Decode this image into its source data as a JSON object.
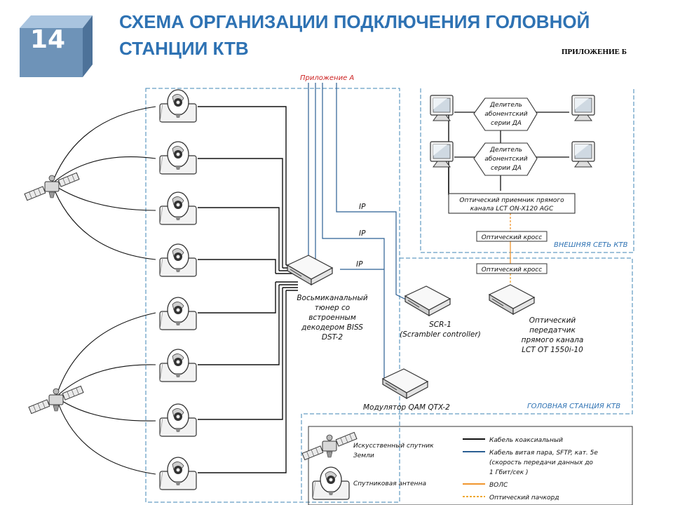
{
  "slide": {
    "number": "14",
    "title_line1": "СХЕМА ОРГАНИЗАЦИИ ПОДКЛЮЧЕНИЯ ГОЛОВНОЙ",
    "title_line2": "СТАНЦИИ КТВ",
    "appendix_label": "ПРИЛОЖЕНИЕ Б"
  },
  "colors": {
    "title": "#2e72b3",
    "cube_front": "#6e93b8",
    "cube_top": "#a9c4df",
    "cube_side": "#4d7299",
    "zone_border": "#3f86b4",
    "coax": "#111111",
    "twisted_pair": "#2b5f93",
    "fiber": "#f0962e",
    "patchcord": "#f0a830"
  },
  "labels": {
    "appendix_a": "Приложение А",
    "ip1": "IP",
    "ip2": "IP",
    "ip3": "IP",
    "tuner_l1": "Восьмиканальный",
    "tuner_l2": "тюнер со",
    "tuner_l3": "встроенным",
    "tuner_l4": "декодером BISS",
    "tuner_l5": "DST-2",
    "scr_l1": "SCR-1",
    "scr_l2": "(Scrambler controller)",
    "tx_l1": "Оптический",
    "tx_l2": "передатчик",
    "tx_l3": "прямого канала",
    "tx_l4": "LCT OT 1550i-10",
    "modulator": "Модулятор QAM QTX-2",
    "headend_zone": "ГОЛОВНАЯ СТАНЦИЯ КТВ",
    "external_zone": "ВНЕШНЯЯ СЕТЬ КТВ",
    "splitter1_l1": "Делитель",
    "splitter1_l2": "абонентский",
    "splitter1_l3": "серии ДА",
    "splitter2_l1": "Делитель",
    "splitter2_l2": "абонентский",
    "splitter2_l3": "серии ДА",
    "receiver_l1": "Оптический приемник прямого",
    "receiver_l2": "канала LCT ON-X120 AGC",
    "cross1": "Оптический кросс",
    "cross2": "Оптический кросс"
  },
  "legend": {
    "satellite_l1": "Искусственный спутник",
    "satellite_l2": "Земли",
    "antenna": "Спутниковая антенна",
    "coax": "Кабель коаксиальный",
    "twisted_l1": "Кабель витая пара, SFTP, кат. 5е",
    "twisted_l2": "(скорость передачи данных до",
    "twisted_l3": "1 Гбит/сек )",
    "fiber": "ВОЛС",
    "patchcord": "Оптический пачкорд"
  }
}
